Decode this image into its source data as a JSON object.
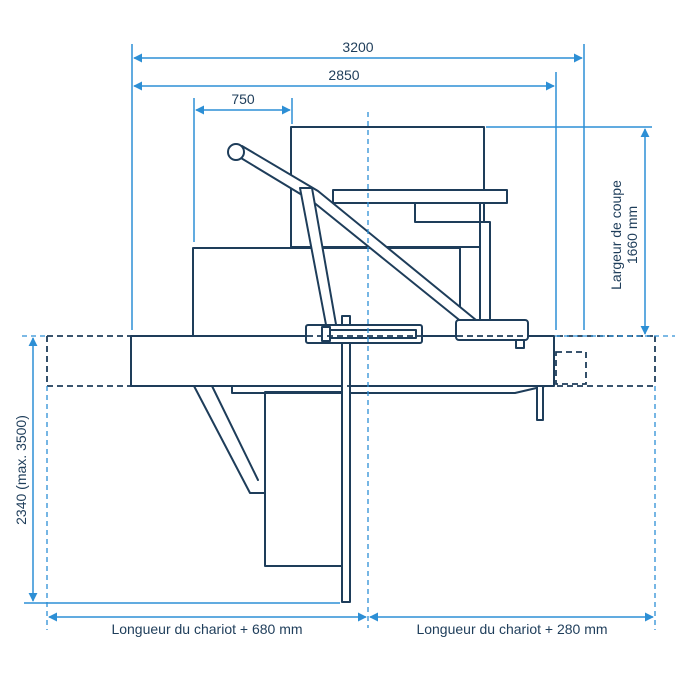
{
  "dimensions": {
    "overall_length": "3200",
    "table_length": "2850",
    "cross_offset": "750",
    "cut_width_line1": "Largeur de coupe",
    "cut_width_line2": "1660 mm",
    "depth": "2340 (max. 3500)",
    "carriage_left": "Longueur du chariot + 680 mm",
    "carriage_right": "Longueur du chariot + 280 mm"
  },
  "colors": {
    "machine_outline": "#1e3d5a",
    "dimension_lines": "#2d8fd5"
  }
}
